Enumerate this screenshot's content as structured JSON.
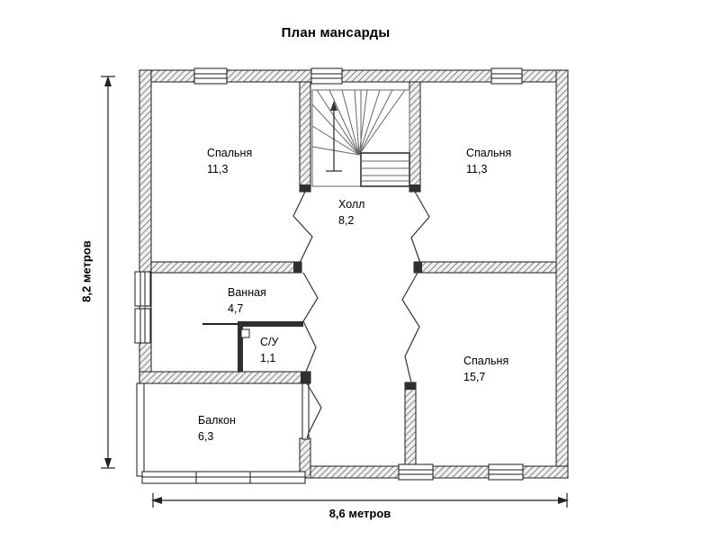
{
  "title": "План мансарды",
  "dimensions": {
    "height": "8,2 метров",
    "width": "8,6 метров"
  },
  "rooms": [
    {
      "id": "bedroom-top-left",
      "name": "Спальня",
      "area": "11,3"
    },
    {
      "id": "bedroom-top-right",
      "name": "Спальня",
      "area": "11,3"
    },
    {
      "id": "hall",
      "name": "Холл",
      "area": "8,2"
    },
    {
      "id": "bathroom",
      "name": "Ванная",
      "area": "4,7"
    },
    {
      "id": "wc",
      "name": "С/У",
      "area": "1,1"
    },
    {
      "id": "bedroom-bottom-right",
      "name": "Спальня",
      "area": "15,7"
    },
    {
      "id": "balcony",
      "name": "Балкон",
      "area": "6,3"
    }
  ],
  "colors": {
    "background": "#ffffff",
    "wall_outline": "#1a1a1a",
    "wall_hatch": "#8a8a8a",
    "stair_lines": "#666666",
    "dimension_lines": "#222222",
    "text": "#000000"
  }
}
